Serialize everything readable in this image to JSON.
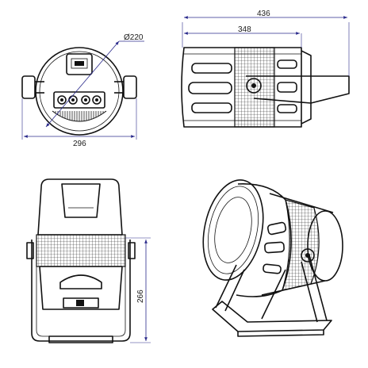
{
  "dimensions": {
    "overall_length": "436",
    "body_length": "348",
    "diameter": "Ø220",
    "front_width": "296",
    "height": "266"
  },
  "views": {
    "front": "front-view",
    "side": "side-view",
    "rear": "rear-view",
    "iso": "isometric-view"
  },
  "colors": {
    "outline": "#111111",
    "dimension": "#2b2b8c"
  }
}
